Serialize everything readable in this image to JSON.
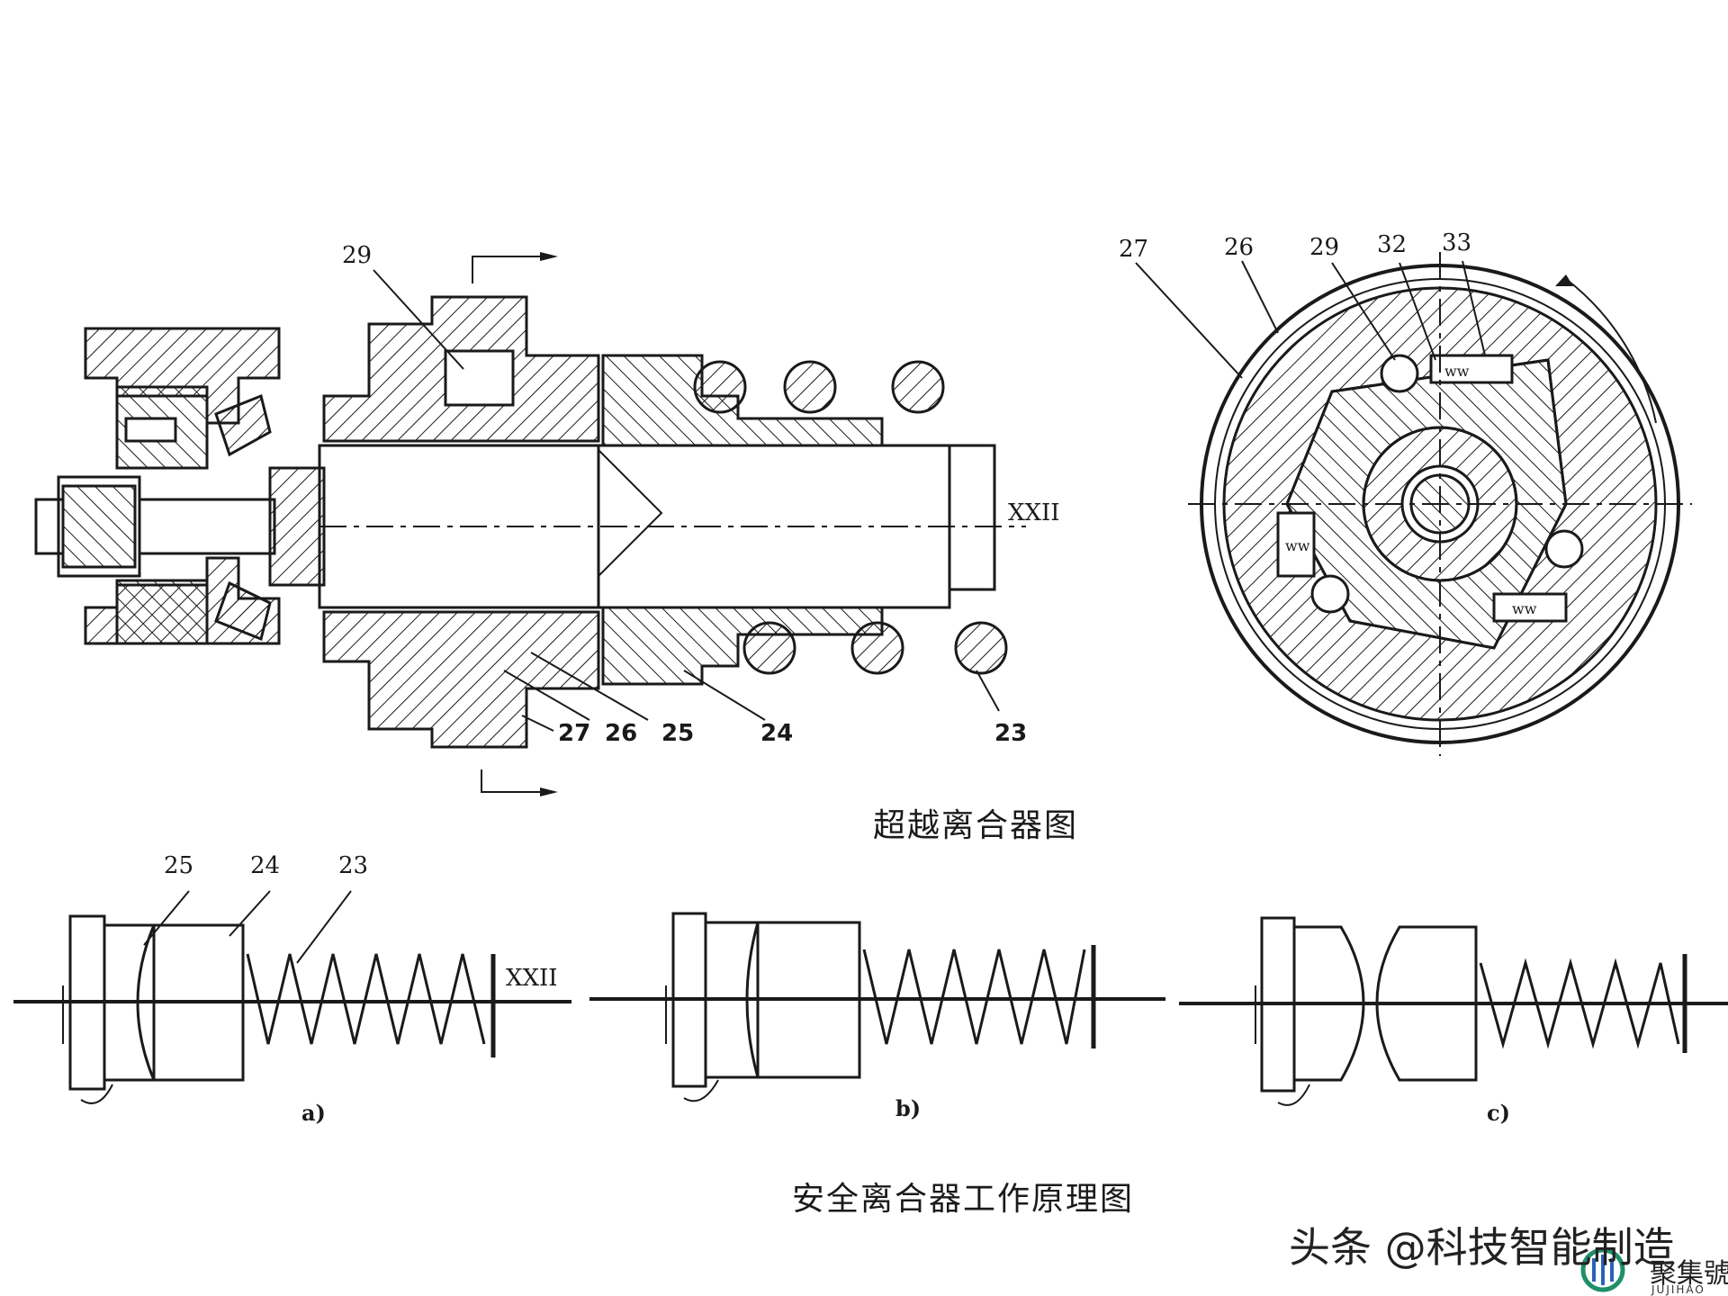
{
  "overrunning_clutch": {
    "caption": "超越离合器图",
    "section_labels": {
      "top": "29",
      "bottom": [
        "27",
        "26",
        "25",
        "24",
        "23"
      ]
    },
    "axis_label": "XXII",
    "cross_section_labels": [
      "27",
      "26",
      "29",
      "32",
      "33"
    ],
    "spring_marks": [
      "ww",
      "ww",
      "ww"
    ]
  },
  "safety_clutch": {
    "caption": "安全离合器工作原理图",
    "part_labels": [
      "25",
      "24",
      "23"
    ],
    "axis_label": "XXII",
    "subfigures": [
      "a)",
      "b)",
      "c)"
    ]
  },
  "watermark": "头条 @科技智能制造",
  "logo": {
    "name": "聚集號",
    "sub": "JUJIHAO"
  },
  "colors": {
    "ink": "#1a1a1a",
    "logo_green": "#1f8f6a",
    "logo_blue": "#2a62b8"
  }
}
